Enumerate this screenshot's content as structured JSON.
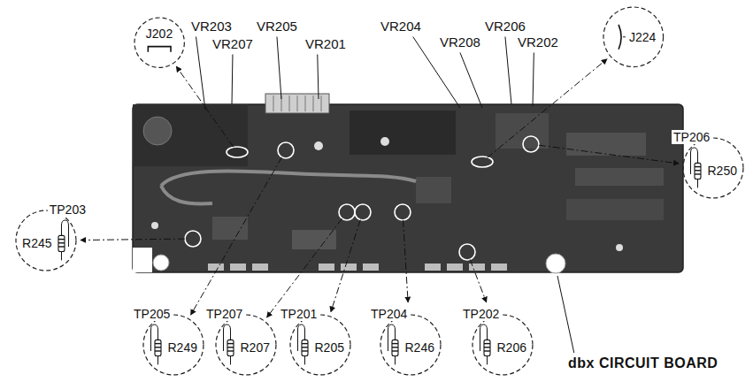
{
  "diagram": {
    "nodes": [
      {
        "text": [
          "J202"
        ]
      },
      {
        "text": [
          "J224"
        ]
      },
      {
        "text": [
          "TP206",
          "R250"
        ]
      },
      {
        "text": [
          "TP203",
          "R245"
        ]
      },
      {
        "text": [
          "TP205",
          "R249"
        ]
      },
      {
        "text": [
          "TP207",
          "R207"
        ]
      },
      {
        "text": [
          "TP201",
          "R205"
        ]
      },
      {
        "text": [
          "TP204",
          "R246"
        ]
      },
      {
        "text": [
          "TP202",
          "R206"
        ]
      }
    ],
    "labels": [
      "VR203",
      "VR207",
      "VR205",
      "VR201",
      "VR204",
      "VR208",
      "VR206",
      "VR202",
      "dbx CIRCUIT BOARD"
    ]
  }
}
